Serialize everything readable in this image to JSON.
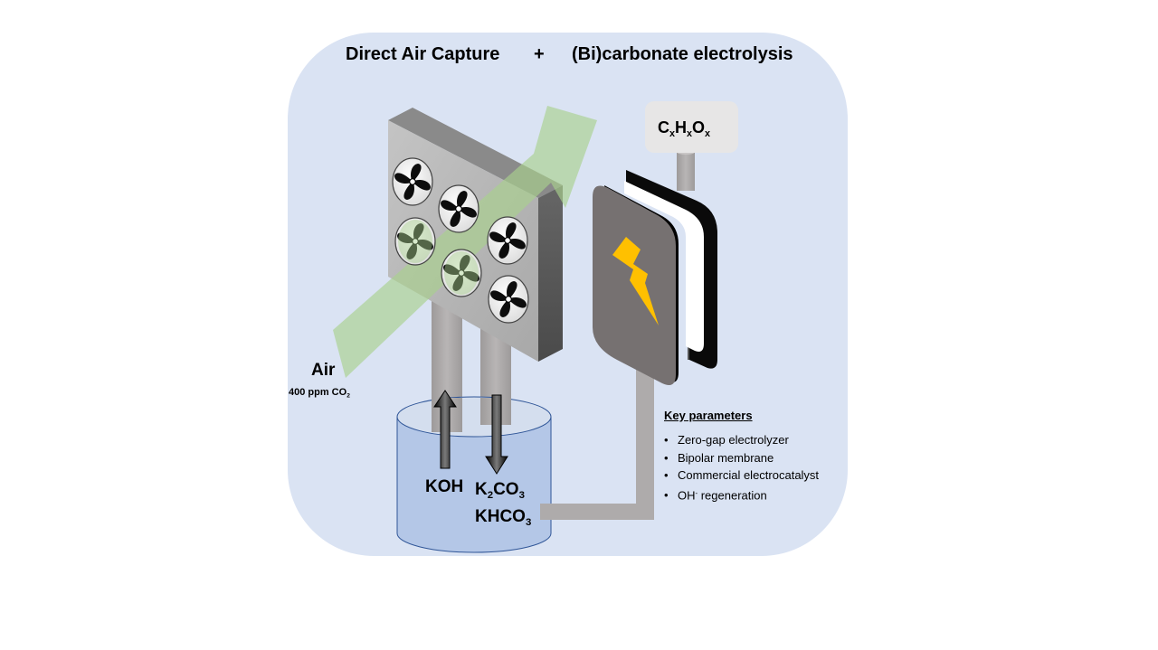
{
  "header": {
    "dac_label": "Direct Air Capture",
    "plus": "+",
    "electrolysis_label": "(Bi)carbonate electrolysis"
  },
  "inlet": {
    "air_label": "Air",
    "co2_concentration_prefix": "400  ppm CO",
    "co2_subscript": "2"
  },
  "product": {
    "formula_parts": [
      "C",
      "x",
      "H",
      "x",
      "O",
      "x"
    ]
  },
  "capture_solution": {
    "koh_label": "KOH",
    "carbonate": {
      "base1": "K",
      "sub1": "2",
      "base2": "CO",
      "sub2": "3"
    },
    "bicarbonate": {
      "base": "KHCO",
      "sub": "3"
    }
  },
  "key_parameters": {
    "title": "Key parameters",
    "items": [
      {
        "text": "Zero-gap electrolyzer",
        "sup": "",
        "rest": ""
      },
      {
        "text": "Bipolar membrane",
        "sup": "",
        "rest": ""
      },
      {
        "text": "Commercial electrocatalyst",
        "sup": "",
        "rest": ""
      },
      {
        "text": "OH",
        "sup": "-",
        "rest": " regeneration"
      }
    ]
  },
  "colors": {
    "background_panel": "#dae3f3",
    "air_arrow": "#a9d18e",
    "pipe": "#aeabab",
    "contactor_face": "#b3b3b3",
    "tank_liquid": "#b4c7e7",
    "tank_outline": "#2f5597",
    "electrolyzer_cover": "#767171",
    "lightning": "#ffc000",
    "product_box": "#e7e6e6"
  },
  "icons": [
    "fan-icon",
    "lightning-bolt-icon",
    "up-arrow-icon",
    "down-arrow-icon",
    "air-flow-arrow"
  ]
}
